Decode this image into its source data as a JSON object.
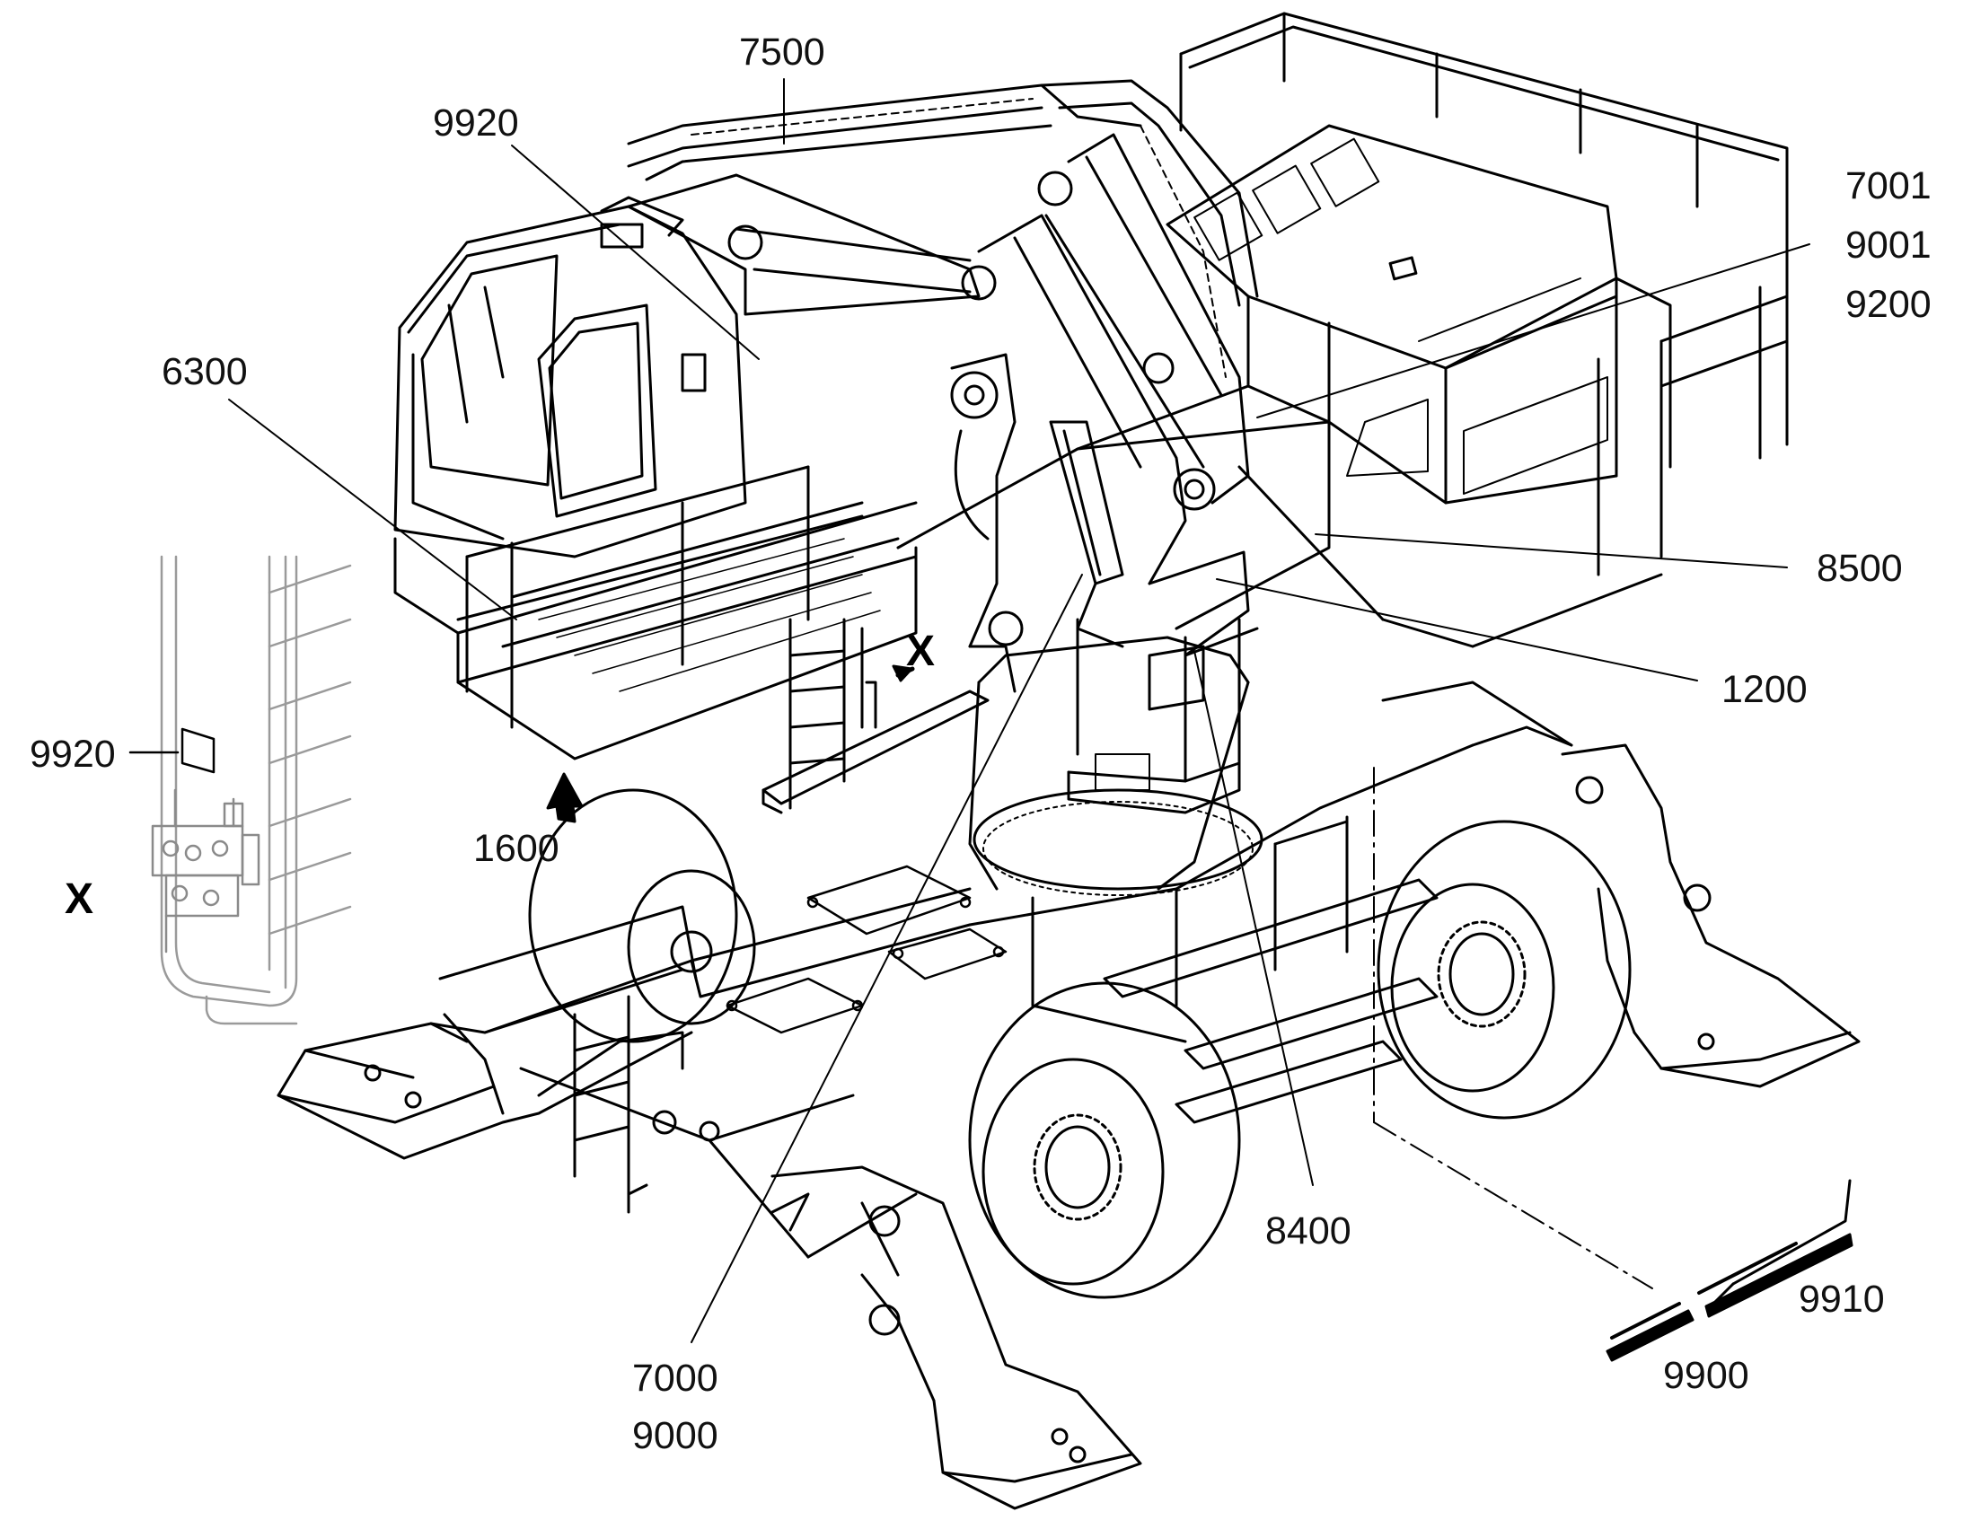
{
  "callouts": {
    "c7500": "7500",
    "c9920_top": "9920",
    "c6300": "6300",
    "c7001": "7001",
    "c9001": "9001",
    "c9200": "9200",
    "c8500": "8500",
    "c1200": "1200",
    "c9920_side": "9920",
    "c1600": "1600",
    "c8400": "8400",
    "c7000": "7000",
    "c9000": "9000",
    "c9910": "9910",
    "c9900": "9900"
  },
  "view_marks": {
    "x_arrow": "X",
    "x_detail": "X"
  },
  "colors": {
    "line": "#000000",
    "detail_line": "#9a9a9a",
    "background": "#ffffff"
  }
}
